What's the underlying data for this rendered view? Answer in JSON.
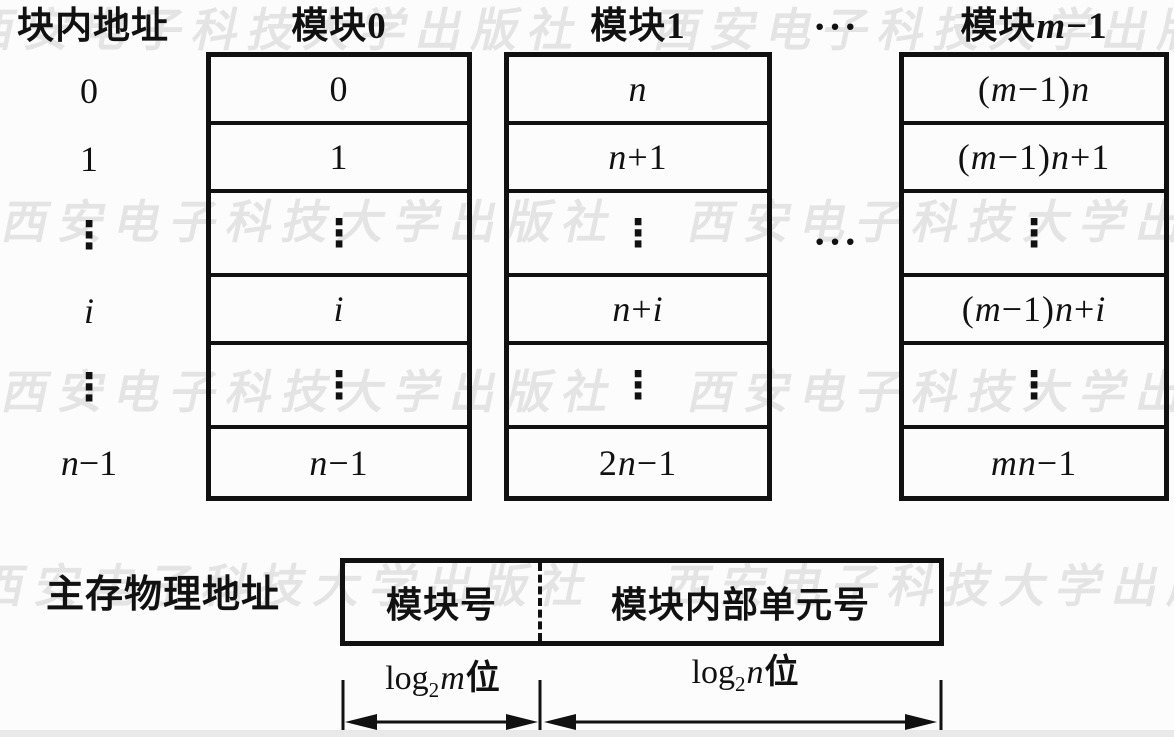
{
  "figure": {
    "watermark_text": "西安电子科技大学出版社",
    "table": {
      "row_label_header": "块内地址",
      "row_labels": [
        "0",
        "1",
        "⋮",
        "i",
        "⋮",
        "n−1"
      ],
      "header_ellipsis": "···",
      "body_ellipsis": "···",
      "modules": [
        {
          "label": "模块0",
          "cells": [
            "0",
            "1",
            "⋮",
            "i",
            "⋮",
            "n−1"
          ]
        },
        {
          "label": "模块1",
          "cells": [
            "n",
            "n+1",
            "⋮",
            "n+i",
            "⋮",
            "2n−1"
          ]
        },
        {
          "label": "模块m−1",
          "cells": [
            "(m−1)n",
            "(m−1)n+1",
            "⋮",
            "(m−1)n+i",
            "⋮",
            "mn−1"
          ]
        }
      ]
    },
    "address": {
      "label": "主存物理地址",
      "field_module": "模块号",
      "field_unit": "模块内部单元号",
      "width_module": {
        "func": "log",
        "sub": "2",
        "var": "m",
        "unit": "位"
      },
      "width_unit": {
        "func": "log",
        "sub": "2",
        "var": "n",
        "unit": "位"
      }
    },
    "colors": {
      "ink": "#111111",
      "background": "#fcfcfc"
    }
  }
}
